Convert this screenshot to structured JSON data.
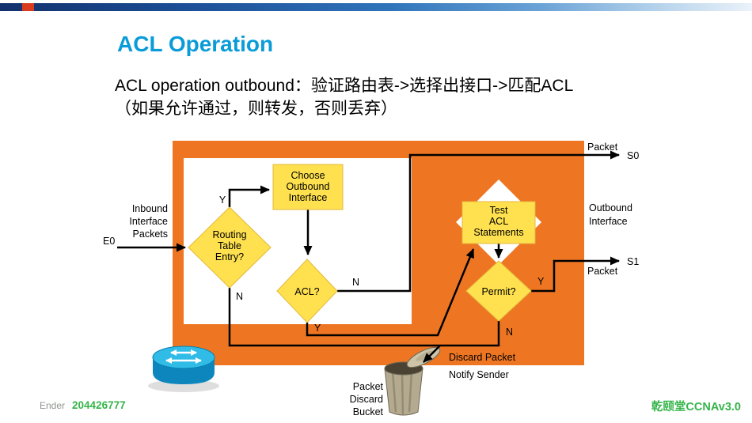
{
  "slide": {
    "title": "ACL Operation",
    "body_line1": "ACL operation outbound：验证路由表->选择出接口->匹配ACL",
    "body_line2": "（如果允许通过，则转发，否则丢弃）"
  },
  "diagram": {
    "inbound": [
      "Inbound",
      "Interface",
      "Packets"
    ],
    "e0": "E0",
    "routing": [
      "Routing",
      "Table",
      "Entry?"
    ],
    "choose": [
      "Choose",
      "Outbound",
      "Interface"
    ],
    "acl": "ACL?",
    "test": [
      "Test",
      "ACL",
      "Statements"
    ],
    "permit": "Permit?",
    "yes": "Y",
    "no": "N",
    "packet": "Packet",
    "s0": "S0",
    "s1": "S1",
    "outbound_interface": [
      "Outbound",
      "Interface"
    ],
    "discard": [
      "Discard Packet",
      "Notify Sender"
    ],
    "bucket": [
      "Packet",
      "Discard",
      "Bucket"
    ]
  },
  "footer": {
    "author": "Ender",
    "qq": "204426777",
    "brand": "乾颐堂CCNAv3.0"
  },
  "colors": {
    "title_blue": "#0a9cd8",
    "panel_orange": "#ee7623",
    "node_yellow": "#ffe14f",
    "footer_green": "#35b44a"
  }
}
